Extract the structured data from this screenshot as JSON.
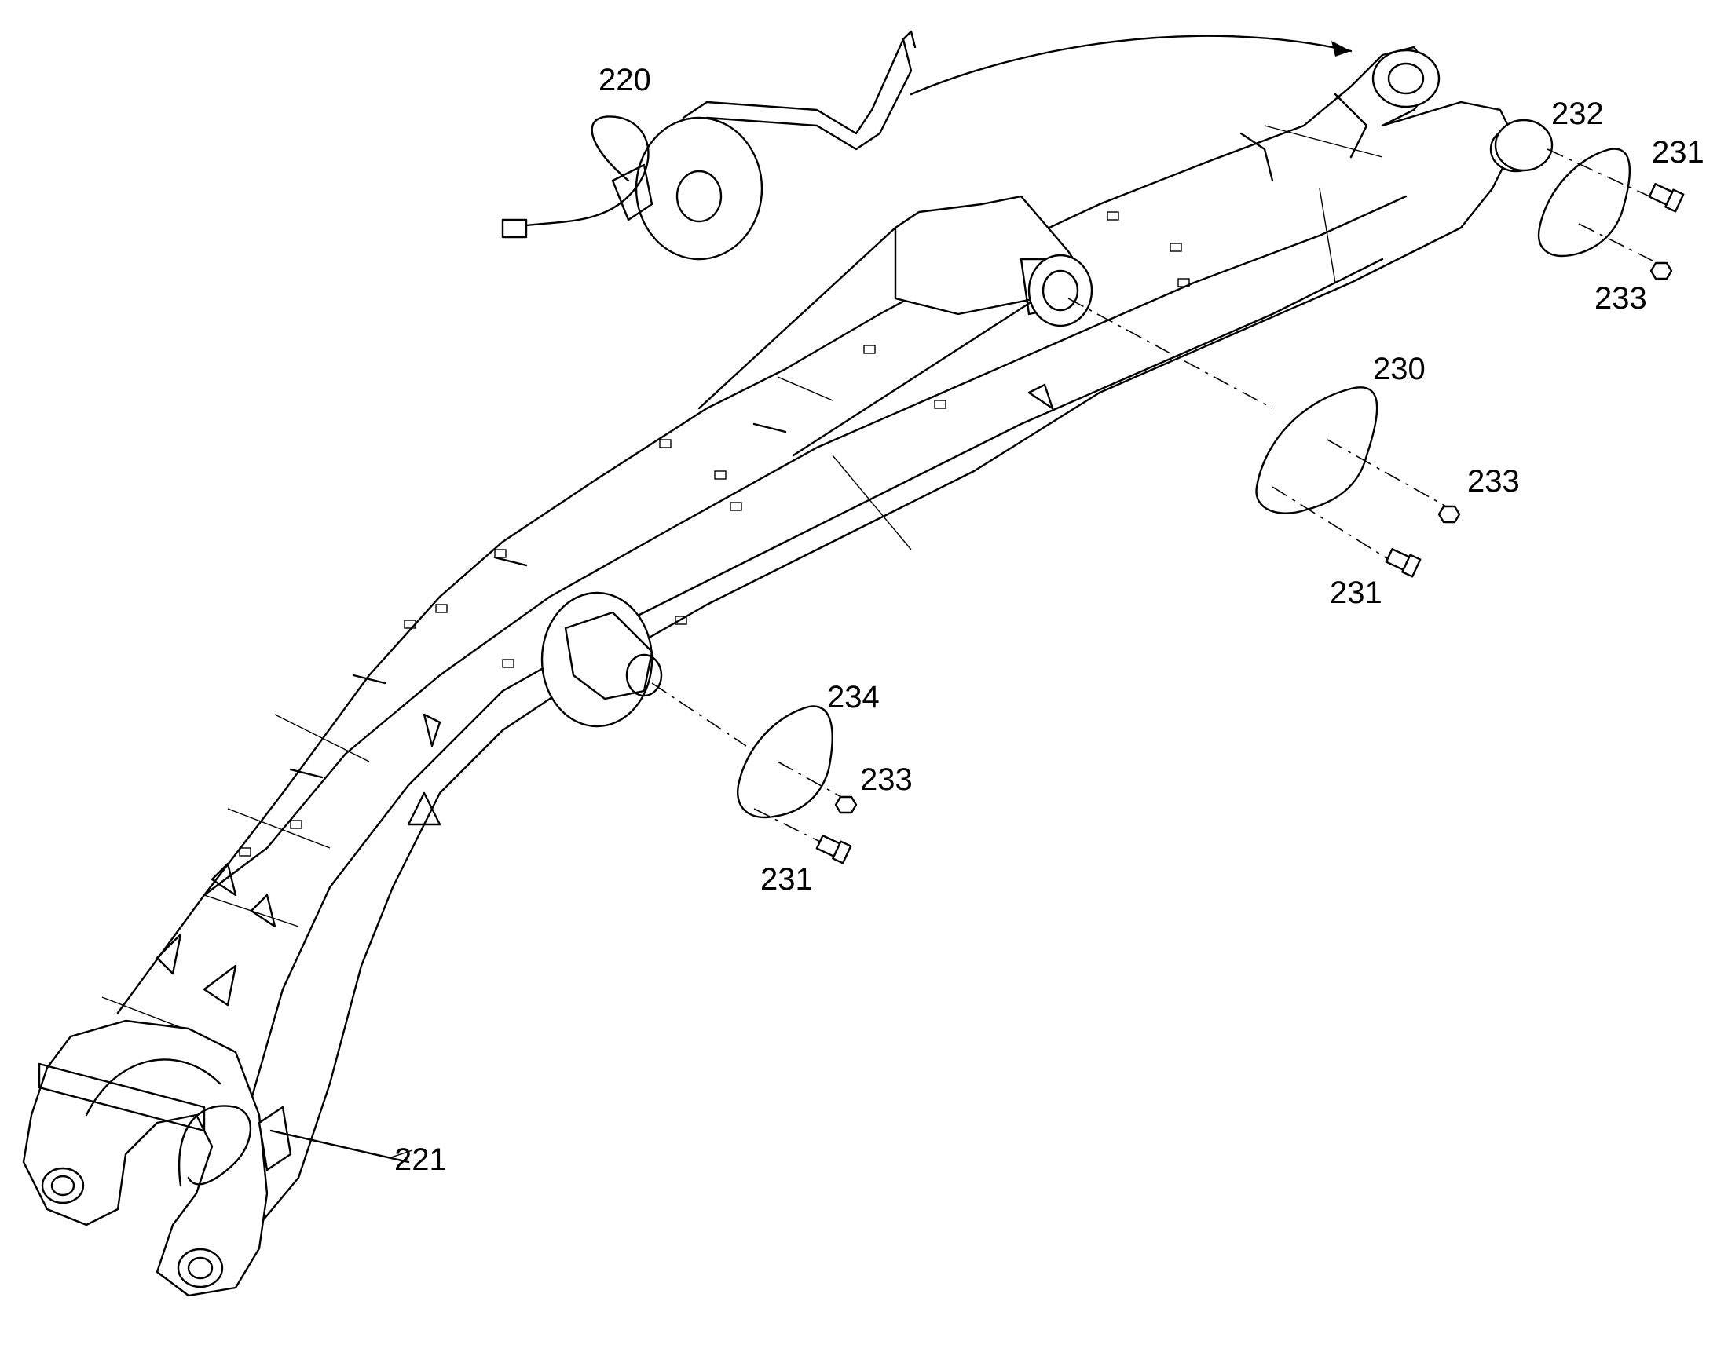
{
  "diagram": {
    "callouts": [
      {
        "id": "c220",
        "text": "220"
      },
      {
        "id": "c221",
        "text": "221"
      },
      {
        "id": "c230",
        "text": "230"
      },
      {
        "id": "c231a",
        "text": "231"
      },
      {
        "id": "c231b",
        "text": "231"
      },
      {
        "id": "c231c",
        "text": "231"
      },
      {
        "id": "c232",
        "text": "232"
      },
      {
        "id": "c233a",
        "text": "233"
      },
      {
        "id": "c233b",
        "text": "233"
      },
      {
        "id": "c233c",
        "text": "233"
      },
      {
        "id": "c234",
        "text": "234"
      }
    ]
  }
}
